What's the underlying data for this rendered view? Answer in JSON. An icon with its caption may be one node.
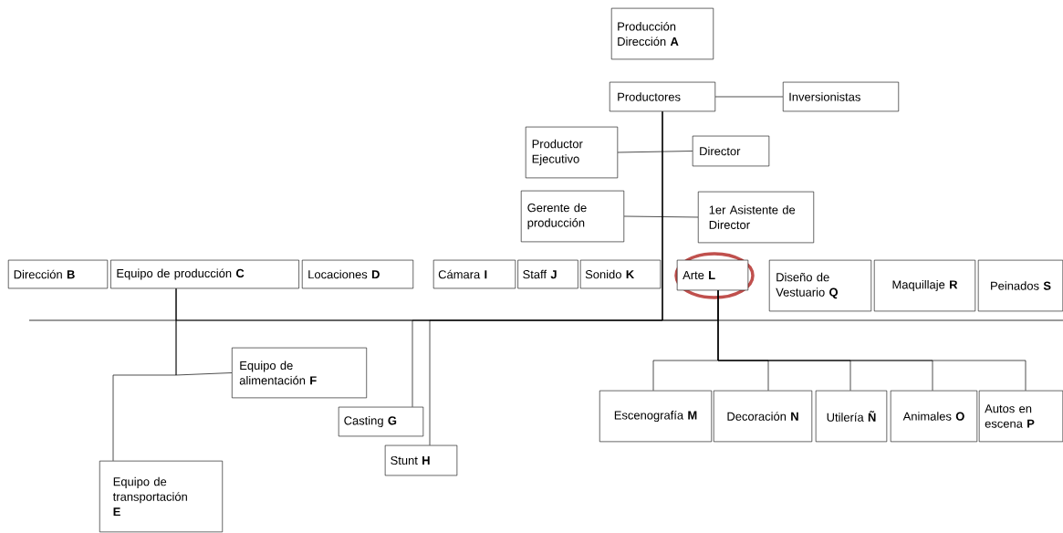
{
  "diagram": {
    "nodes": [
      {
        "text": [
          "Producción Dirección **A**"
        ]
      },
      {
        "text": [
          "Productores"
        ]
      },
      {
        "text": [
          "Inversionistas"
        ]
      },
      {
        "text": [
          "Productor Ejecutivo"
        ]
      },
      {
        "text": [
          "Director"
        ]
      },
      {
        "text": [
          "Gerente de producción"
        ]
      },
      {
        "text": [
          "1er Asistente de Director"
        ]
      },
      {
        "text": [
          "Dirección **B**"
        ]
      },
      {
        "text": [
          "Equipo de producción **C**"
        ]
      },
      {
        "text": [
          "Locaciones **D**"
        ]
      },
      {
        "text": [
          "Cámara **I**"
        ]
      },
      {
        "text": [
          "Staff **J**"
        ]
      },
      {
        "text": [
          "Sonido **K**"
        ]
      },
      {
        "text": [
          "Arte **L**"
        ]
      },
      {
        "text": [
          "Diseño de Vestuario **Q**"
        ]
      },
      {
        "text": [
          "Maquillaje **R**"
        ]
      },
      {
        "text": [
          "Peinados **S**"
        ]
      },
      {
        "text": [
          "Equipo de alimentación **F**"
        ]
      },
      {
        "text": [
          "Casting **G**"
        ]
      },
      {
        "text": [
          "Stunt **H**"
        ]
      },
      {
        "text": [
          "Equipo de transportación **E**"
        ]
      },
      {
        "text": [
          "Escenografía **M**"
        ]
      },
      {
        "text": [
          "Decoración **N**"
        ]
      },
      {
        "text": [
          "Utilería **Ñ**"
        ]
      },
      {
        "text": [
          "Animales **O**"
        ]
      },
      {
        "text": [
          "Autos en escena **P**"
        ]
      }
    ],
    "edges": [
      {
        "from": 1,
        "to": 2,
        "arrow": "none"
      },
      {
        "from": 3,
        "to": 4,
        "arrow": "none"
      },
      {
        "from": 5,
        "to": 6,
        "arrow": "none"
      },
      {
        "from": 1,
        "to": 8,
        "arrow": "none"
      },
      {
        "from": 1,
        "to": 18,
        "arrow": "none"
      },
      {
        "from": 1,
        "to": 19,
        "arrow": "none"
      },
      {
        "from": 1,
        "to": 13,
        "arrow": "none"
      },
      {
        "from": 8,
        "to": 17,
        "arrow": "none"
      },
      {
        "from": 8,
        "to": 20,
        "arrow": "none"
      },
      {
        "from": 13,
        "to": 21,
        "arrow": "none"
      },
      {
        "from": 13,
        "to": 22,
        "arrow": "none"
      },
      {
        "from": 13,
        "to": 23,
        "arrow": "none"
      },
      {
        "from": 13,
        "to": 24,
        "arrow": "none"
      },
      {
        "from": 13,
        "to": 25,
        "arrow": "none"
      }
    ]
  }
}
